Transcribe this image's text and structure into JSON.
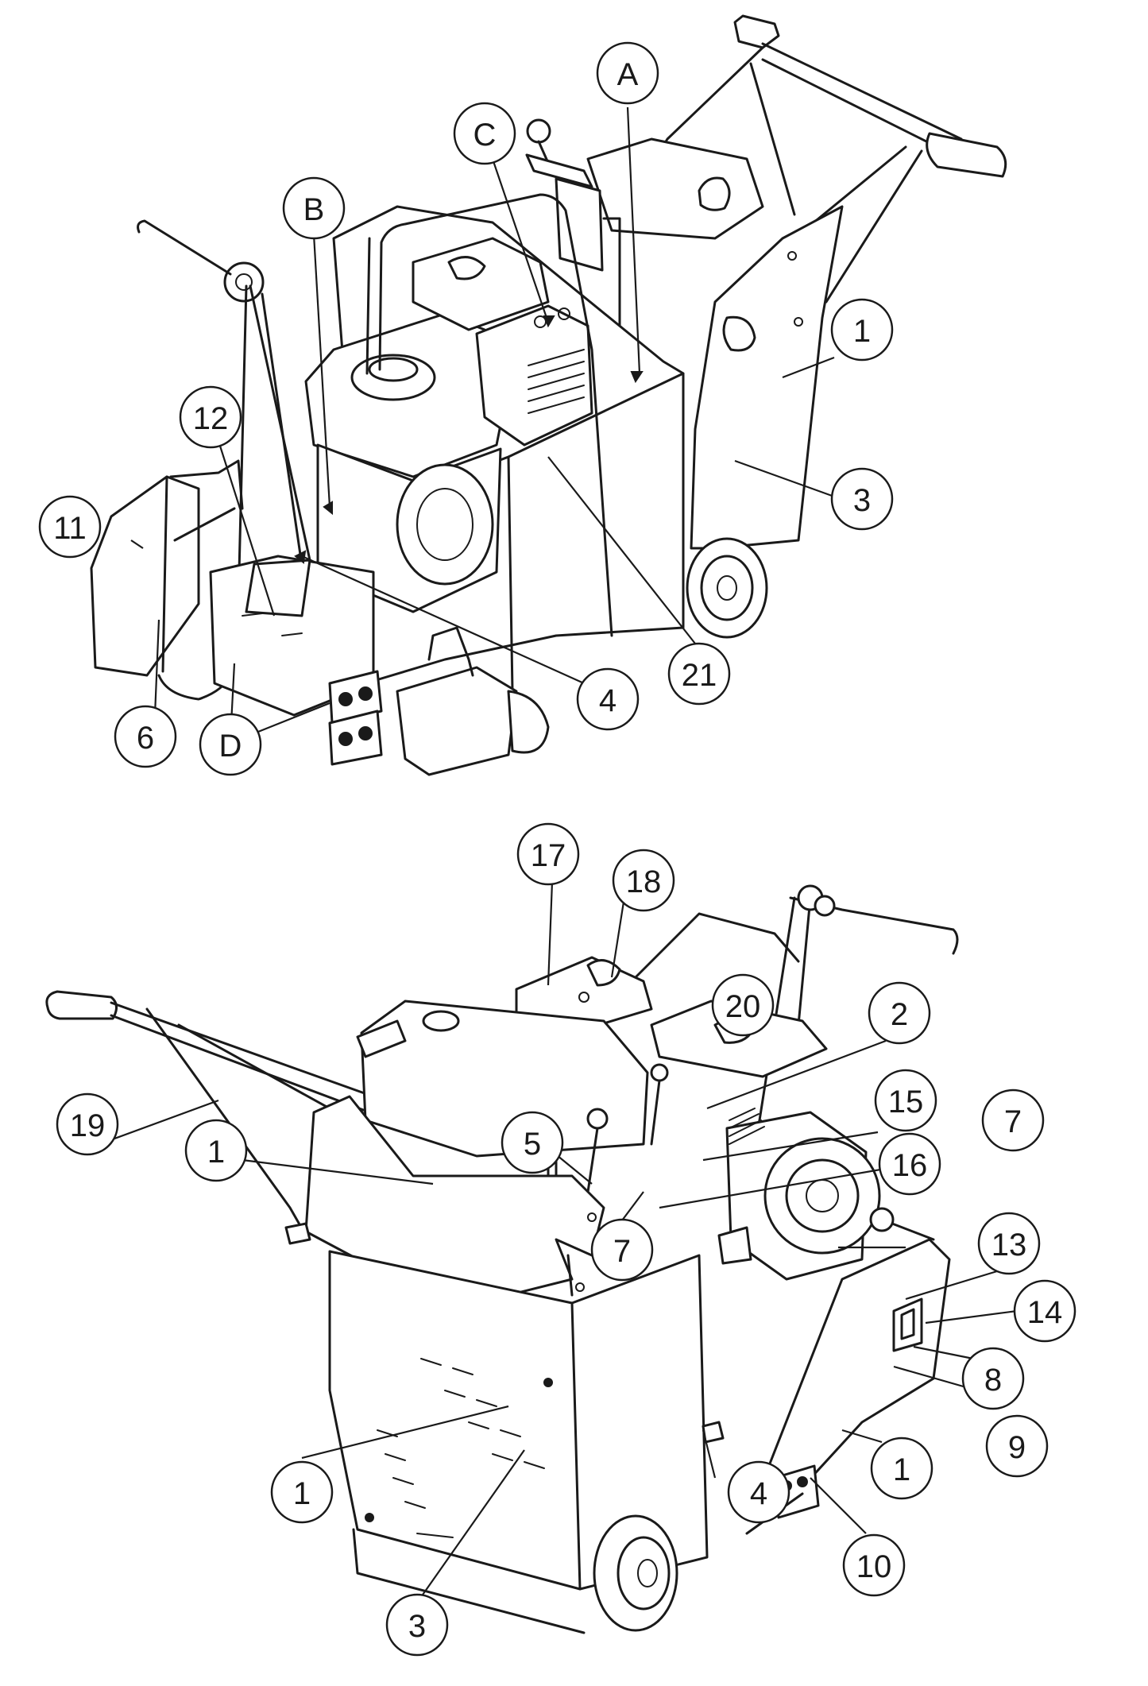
{
  "callouts_top": [
    {
      "id": "top-A",
      "label": "A"
    },
    {
      "id": "top-C",
      "label": "C"
    },
    {
      "id": "top-B",
      "label": "B"
    },
    {
      "id": "top-1",
      "label": "1"
    },
    {
      "id": "top-12",
      "label": "12"
    },
    {
      "id": "top-3",
      "label": "3"
    },
    {
      "id": "top-11",
      "label": "11"
    },
    {
      "id": "top-21",
      "label": "21"
    },
    {
      "id": "top-4",
      "label": "4"
    },
    {
      "id": "top-6",
      "label": "6"
    },
    {
      "id": "top-D",
      "label": "D"
    }
  ],
  "callouts_bottom": [
    {
      "id": "bot-17",
      "label": "17"
    },
    {
      "id": "bot-18",
      "label": "18"
    },
    {
      "id": "bot-20",
      "label": "20"
    },
    {
      "id": "bot-2",
      "label": "2"
    },
    {
      "id": "bot-19",
      "label": "19"
    },
    {
      "id": "bot-5",
      "label": "5"
    },
    {
      "id": "bot-15",
      "label": "15"
    },
    {
      "id": "bot-7a",
      "label": "7"
    },
    {
      "id": "bot-1a",
      "label": "1"
    },
    {
      "id": "bot-16",
      "label": "16"
    },
    {
      "id": "bot-7b",
      "label": "7"
    },
    {
      "id": "bot-13",
      "label": "13"
    },
    {
      "id": "bot-14",
      "label": "14"
    },
    {
      "id": "bot-8",
      "label": "8"
    },
    {
      "id": "bot-1b",
      "label": "1"
    },
    {
      "id": "bot-9",
      "label": "9"
    },
    {
      "id": "bot-1c",
      "label": "1"
    },
    {
      "id": "bot-4",
      "label": "4"
    },
    {
      "id": "bot-10",
      "label": "10"
    },
    {
      "id": "bot-3",
      "label": "3"
    }
  ]
}
